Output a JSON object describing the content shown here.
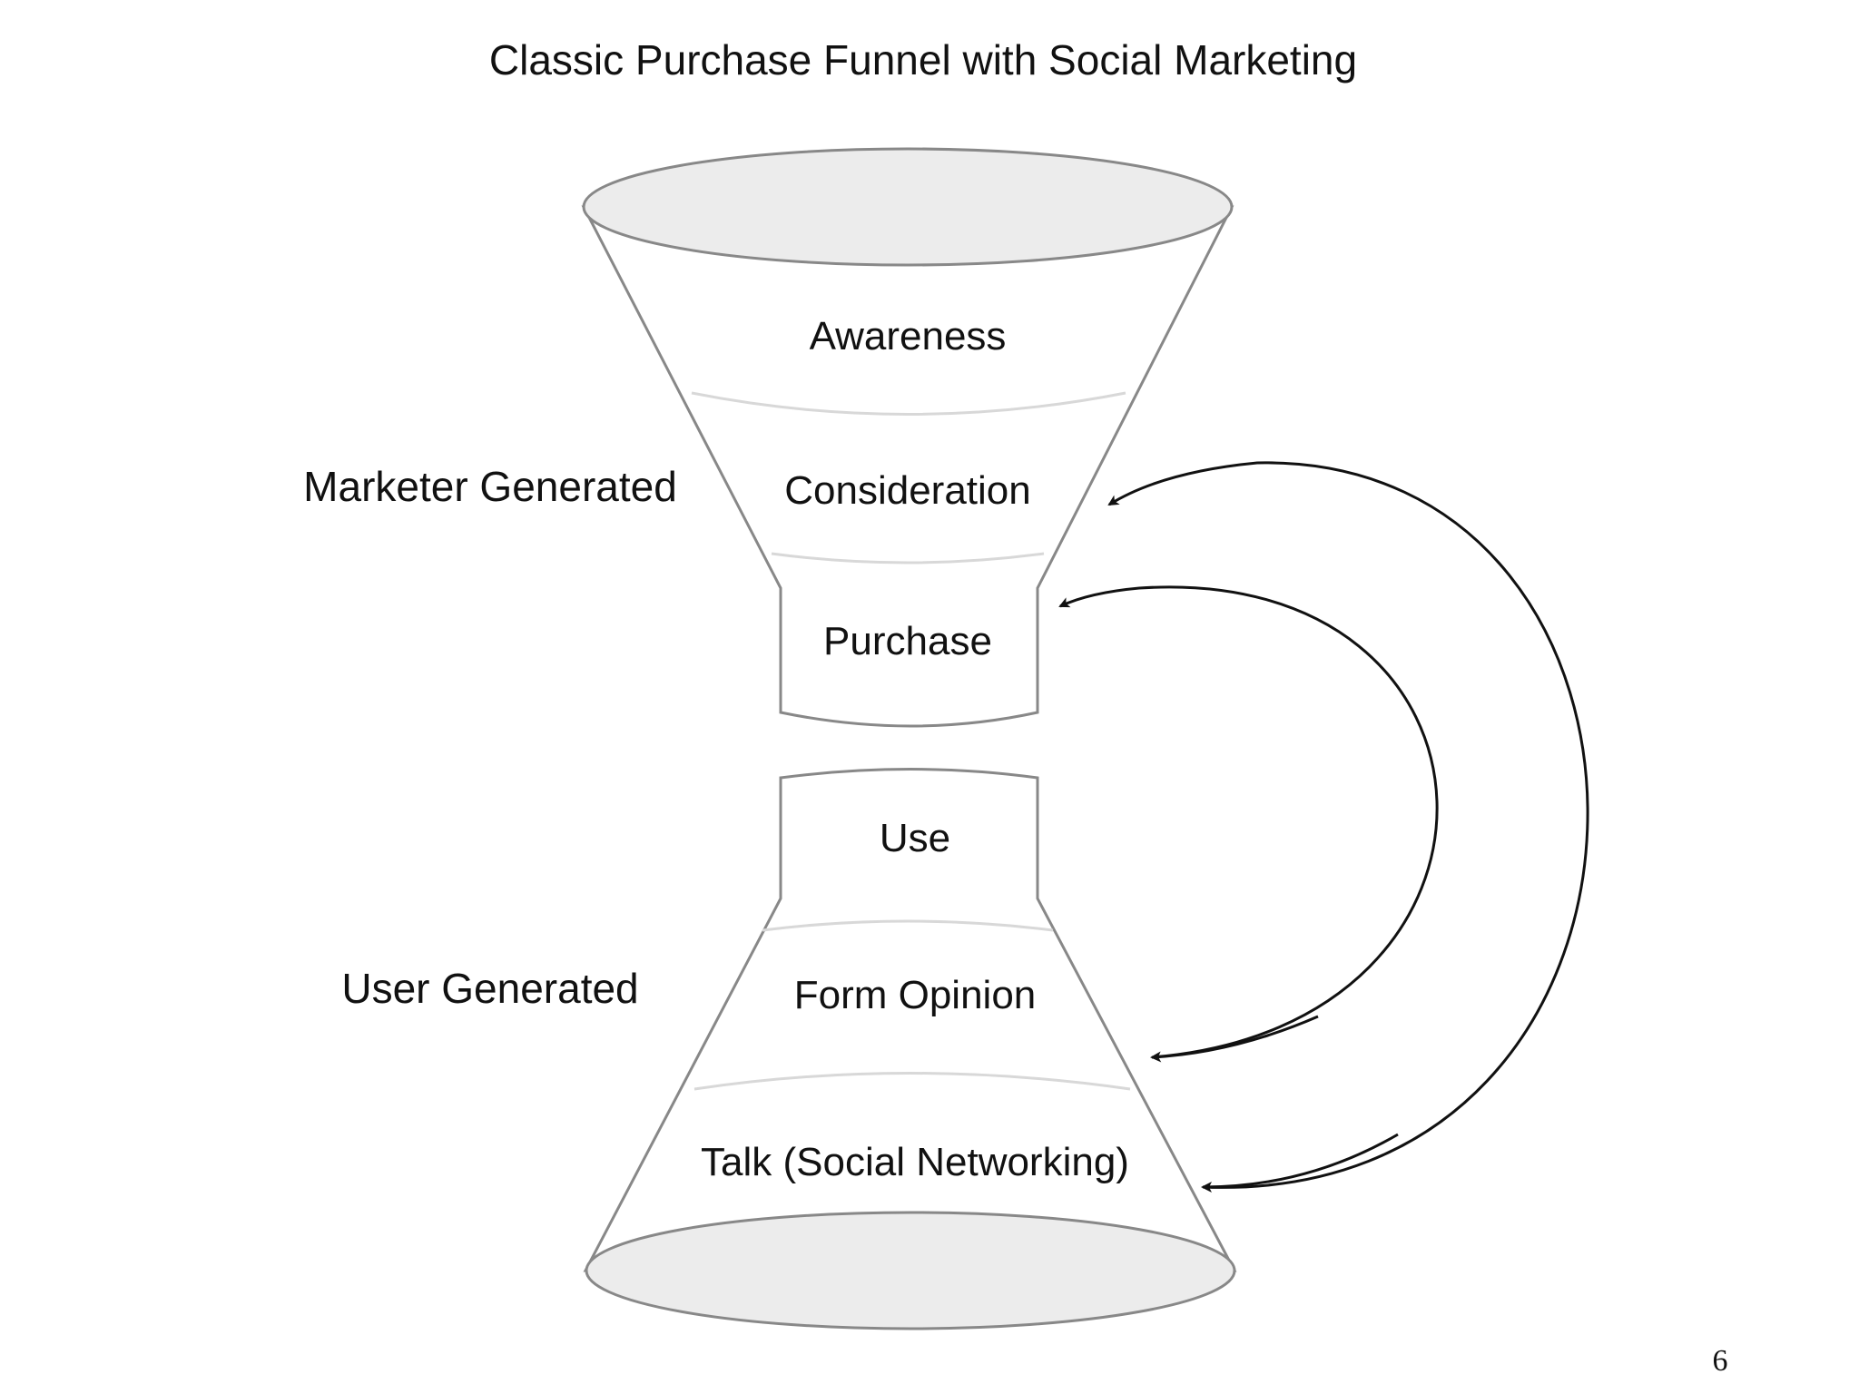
{
  "title": "Classic Purchase Funnel with Social Marketing",
  "page_number": "6",
  "side_labels": {
    "top": "Marketer Generated",
    "bottom": "User Generated"
  },
  "top_funnel": {
    "stages": [
      "Awareness",
      "Consideration",
      "Purchase"
    ]
  },
  "bottom_funnel": {
    "stages": [
      "Use",
      "Form Opinion",
      "Talk (Social Networking)"
    ]
  },
  "colors": {
    "line": "#888888",
    "fill": "#ffffff",
    "rim_fill": "#ececec",
    "band": "#d8d8d8",
    "arrow": "#111111",
    "text": "#111111"
  }
}
